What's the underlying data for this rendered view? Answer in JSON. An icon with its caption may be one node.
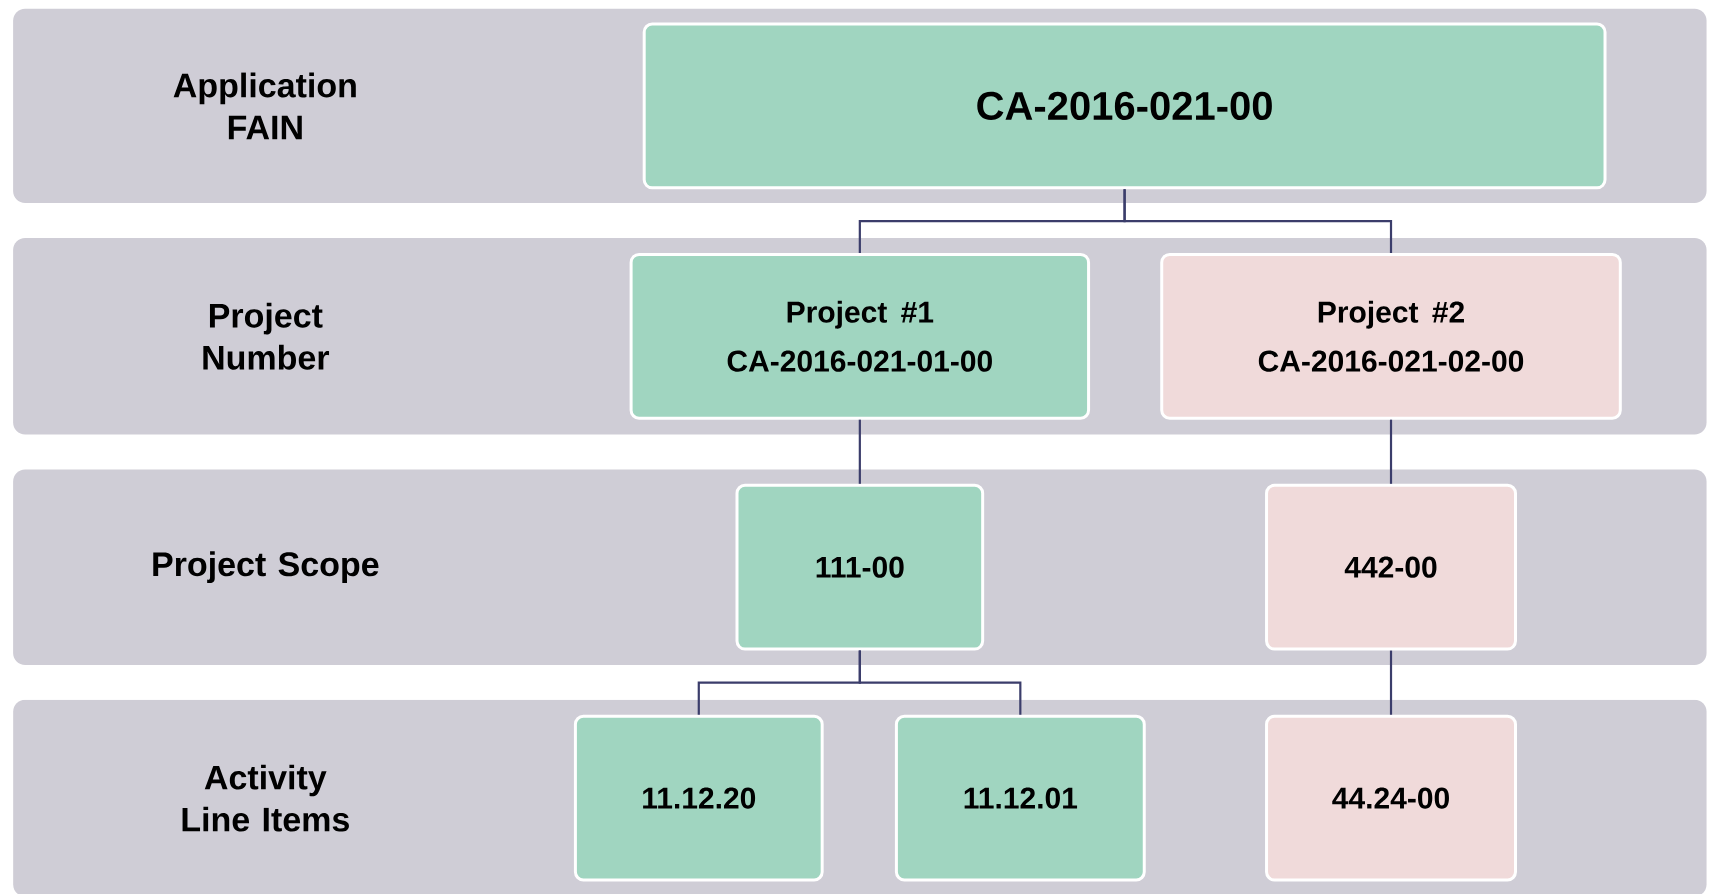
{
  "diagram": {
    "nodes": [
      {
        "text": [
          "Application FAIN"
        ]
      },
      {
        "text": [
          "CA-2016-021-00"
        ],
        "in": 0
      },
      {
        "text": [
          "Project Number"
        ]
      },
      {
        "text": [
          "Project #1",
          "CA-2016-021-01-00"
        ],
        "in": 2
      },
      {
        "text": [
          "Project #2",
          "CA-2016-021-02-00"
        ],
        "in": 2
      },
      {
        "text": [
          "Project Scope"
        ]
      },
      {
        "text": [
          "111-00"
        ],
        "in": 5
      },
      {
        "text": [
          "442-00"
        ],
        "in": 5
      },
      {
        "text": [
          "Activity Line Items"
        ]
      },
      {
        "text": [
          "11.12.20"
        ],
        "in": 8
      },
      {
        "text": [
          "11.12.01"
        ],
        "in": 8
      },
      {
        "text": [
          "44.24-00"
        ],
        "in": 8
      }
    ],
    "edges": [
      {
        "from": 1,
        "to": 3,
        "arrow": "none"
      },
      {
        "from": 1,
        "to": 4,
        "arrow": "none"
      },
      {
        "from": 3,
        "to": 6,
        "arrow": "none"
      },
      {
        "from": 4,
        "to": 7,
        "arrow": "none"
      },
      {
        "from": 6,
        "to": 9,
        "arrow": "none"
      },
      {
        "from": 6,
        "to": 10,
        "arrow": "none"
      },
      {
        "from": 7,
        "to": 11,
        "arrow": "none"
      }
    ]
  }
}
